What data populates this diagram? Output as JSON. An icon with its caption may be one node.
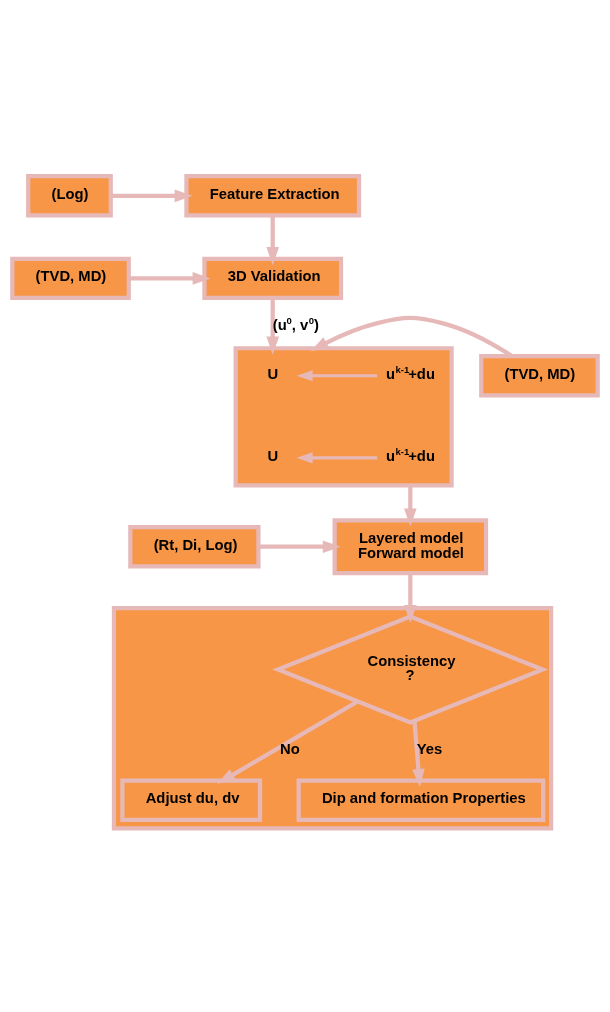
{
  "diagram": {
    "nodes": [
      {
        "text": [
          "(Log)"
        ]
      },
      {
        "text": [
          "Feature Extraction"
        ]
      },
      {
        "text": [
          "(TVD, MD)"
        ]
      },
      {
        "text": [
          "3D Validation"
        ]
      },
      {
        "text": [
          "(TVD, MD)"
        ]
      },
      {
        "text": [],
        "shape": "box"
      },
      {
        "text": [
          "U"
        ],
        "in": 5
      },
      {
        "text": [
          "u$^{k-1}$+du"
        ],
        "in": 5
      },
      {
        "text": [
          "U"
        ],
        "in": 5
      },
      {
        "text": [
          "u$^{k-1}$+du"
        ],
        "in": 5
      },
      {
        "text": [
          "(Rt, Di, Log)"
        ]
      },
      {
        "text": [
          "Layered model",
          "Forward model"
        ]
      },
      {
        "text": [],
        "shape": "box"
      },
      {
        "text": [
          "Consistency",
          "?"
        ],
        "in": 12
      },
      {
        "text": [
          "Adjust du, dv"
        ],
        "in": 12
      },
      {
        "text": [
          "Dip and formation Properties"
        ],
        "in": 12
      }
    ],
    "edges": [
      {
        "from": 0,
        "to": 1,
        "arrow": "to"
      },
      {
        "from": 1,
        "to": 3,
        "arrow": "to"
      },
      {
        "from": 2,
        "to": 3,
        "arrow": "to"
      },
      {
        "from": 3,
        "to": 5,
        "arrow": "to",
        "label": "(u$^{0}$, v$^{0}$)"
      },
      {
        "from": 4,
        "to": 5,
        "arrow": "to"
      },
      {
        "from": 7,
        "to": 6,
        "arrow": "to"
      },
      {
        "from": 9,
        "to": 8,
        "arrow": "to"
      },
      {
        "from": 5,
        "to": 11,
        "arrow": "to"
      },
      {
        "from": 10,
        "to": 11,
        "arrow": "to"
      },
      {
        "from": 11,
        "to": 13,
        "arrow": "to"
      },
      {
        "from": 13,
        "to": 14,
        "arrow": "to",
        "label": "No"
      },
      {
        "from": 13,
        "to": 15,
        "arrow": "to",
        "label": "Yes"
      }
    ]
  }
}
